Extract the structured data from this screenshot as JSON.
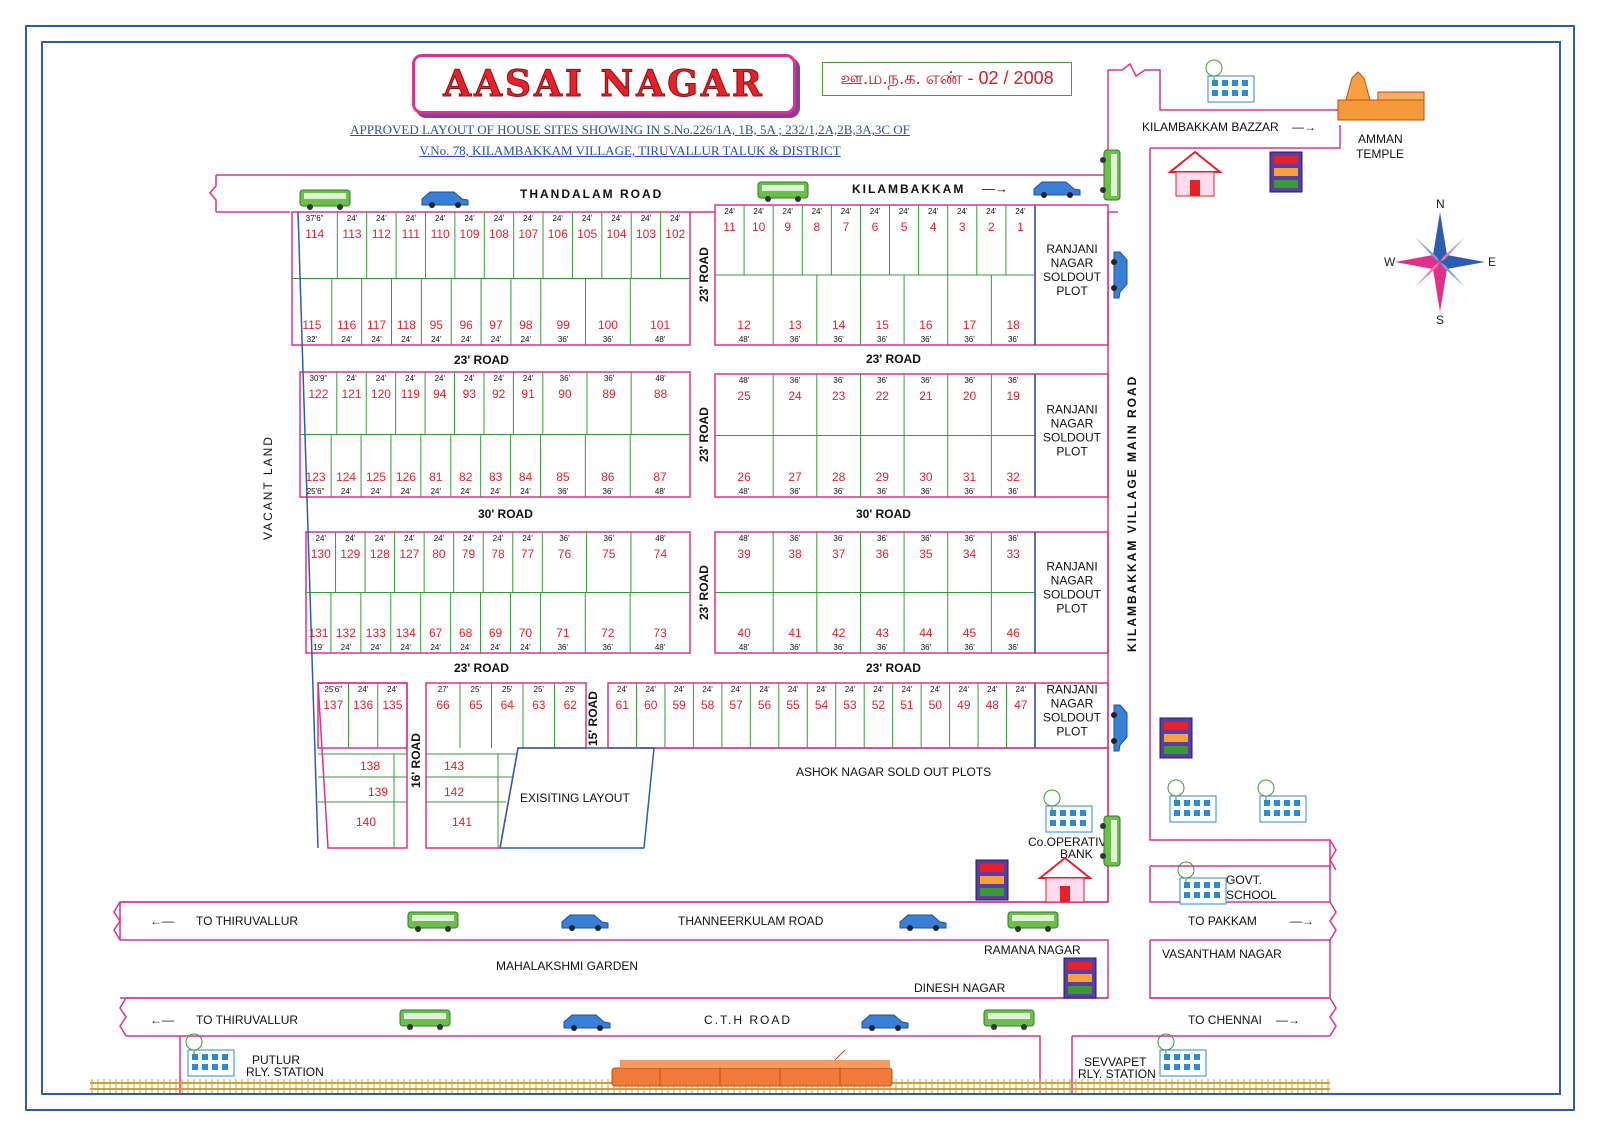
{
  "title": "AASAI NAGAR",
  "registration": "ஊ.ம.ந.க. எண் - 02 / 2008",
  "subtitle_line1": "APPROVED LAYOUT OF HOUSE SITES SHOWING IN S.No.226/1A, 1B, 5A ; 232/1,2A,2B,3A,3C OF",
  "subtitle_line2": "V.No. 78, KILAMBAKKAM VILLAGE, TIRUVALLUR TALUK & DISTRICT",
  "roads": {
    "thandalam": "THANDALAM ROAD",
    "kilambakkam": "KILAMBAKKAM",
    "main": "KILAMBAKKAM VILLAGE MAIN ROAD",
    "r23a": "23' ROAD",
    "r23b": "23' ROAD",
    "r30a": "30' ROAD",
    "r30b": "30' ROAD",
    "r23c": "23' ROAD",
    "r23d": "23' ROAD",
    "v23a": "23' ROAD",
    "v23b": "23' ROAD",
    "v23c": "23' ROAD",
    "v15": "15' ROAD",
    "v16": "16' ROAD",
    "thanneerkulam": "THANNEERKULAM ROAD",
    "cth": "C.T.H ROAD"
  },
  "places": {
    "vacant_land": "VACANT LAND",
    "bazzar": "KILAMBAKKAM BAZZAR",
    "amman1": "AMMAN",
    "amman2": "TEMPLE",
    "ranjani": [
      "RANJANI",
      "NAGAR",
      "SOLDOUT",
      "PLOT"
    ],
    "ashok": "ASHOK NAGAR SOLD OUT PLOTS",
    "existing": "EXISITING LAYOUT",
    "coop1": "Co.OPERATIVE",
    "coop2": "BANK",
    "govt1": "GOVT.",
    "govt2": "SCHOOL",
    "to_thiruvallur": "TO THIRUVALLUR",
    "to_pakkam": "TO PAKKAM",
    "to_chennai": "TO CHENNAI",
    "ramana": "RAMANA NAGAR",
    "vasantham": "VASANTHAM NAGAR",
    "mahalakshmi": "MAHALAKSHMI GARDEN",
    "dinesh": "DINESH NAGAR",
    "putlur1": "PUTLUR",
    "putlur2": "RLY. STATION",
    "sevvapet1": "SEVVAPET",
    "sevvapet2": "RLY. STATION"
  },
  "compass": {
    "n": "N",
    "s": "S",
    "e": "E",
    "w": "W"
  },
  "blocks": [
    {
      "top": [
        "114",
        "113",
        "112",
        "111",
        "110",
        "109",
        "108",
        "107",
        "106",
        "105",
        "104",
        "103",
        "102"
      ],
      "bottom": [
        "115",
        "116",
        "117",
        "118",
        "95",
        "96",
        "97",
        "98",
        "99",
        "100",
        "101"
      ],
      "top_dims": [
        "37'6\"",
        "24'",
        "24'",
        "24'",
        "24'",
        "24'",
        "24'",
        "24'",
        "24'",
        "24'",
        "24'",
        "24'",
        "24'"
      ],
      "bottom_dims": [
        "32'",
        "24'",
        "24'",
        "24'",
        "24'",
        "24'",
        "24'",
        "24'",
        "36'",
        "36'",
        "48'"
      ]
    },
    {
      "top": [
        "11",
        "10",
        "9",
        "8",
        "7",
        "6",
        "5",
        "4",
        "3",
        "2",
        "1"
      ],
      "bottom": [
        "12",
        "13",
        "14",
        "15",
        "16",
        "17",
        "18"
      ],
      "top_dims": [
        "24'",
        "24'",
        "24'",
        "24'",
        "24'",
        "24'",
        "24'",
        "24'",
        "24'",
        "24'",
        "24'"
      ],
      "bottom_dims": [
        "48'",
        "36'",
        "36'",
        "36'",
        "36'",
        "36'",
        "36'"
      ]
    },
    {
      "top": [
        "122",
        "121",
        "120",
        "119",
        "94",
        "93",
        "92",
        "91",
        "90",
        "89",
        "88"
      ],
      "bottom": [
        "123",
        "124",
        "125",
        "126",
        "81",
        "82",
        "83",
        "84",
        "85",
        "86",
        "87"
      ],
      "top_dims": [
        "30'9\"",
        "24'",
        "24'",
        "24'",
        "24'",
        "24'",
        "24'",
        "24'",
        "36'",
        "36'",
        "48'"
      ],
      "bottom_dims": [
        "25'6\"",
        "24'",
        "24'",
        "24'",
        "24'",
        "24'",
        "24'",
        "24'",
        "36'",
        "36'",
        "48'"
      ]
    },
    {
      "top": [
        "25",
        "24",
        "23",
        "22",
        "21",
        "20",
        "19"
      ],
      "bottom": [
        "26",
        "27",
        "28",
        "29",
        "30",
        "31",
        "32"
      ],
      "top_dims": [
        "48'",
        "36'",
        "36'",
        "36'",
        "36'",
        "36'",
        "36'"
      ],
      "bottom_dims": [
        "48'",
        "36'",
        "36'",
        "36'",
        "36'",
        "36'",
        "36'"
      ]
    },
    {
      "top": [
        "130",
        "129",
        "128",
        "127",
        "80",
        "79",
        "78",
        "77",
        "76",
        "75",
        "74"
      ],
      "bottom": [
        "131",
        "132",
        "133",
        "134",
        "67",
        "68",
        "69",
        "70",
        "71",
        "72",
        "73"
      ],
      "top_dims": [
        "24'",
        "24'",
        "24'",
        "24'",
        "24'",
        "24'",
        "24'",
        "24'",
        "36'",
        "36'",
        "48'"
      ],
      "bottom_dims": [
        "19'",
        "24'",
        "24'",
        "24'",
        "24'",
        "24'",
        "24'",
        "24'",
        "36'",
        "36'",
        "48'"
      ]
    },
    {
      "top": [
        "39",
        "38",
        "37",
        "36",
        "35",
        "34",
        "33"
      ],
      "bottom": [
        "40",
        "41",
        "42",
        "43",
        "44",
        "45",
        "46"
      ],
      "top_dims": [
        "48'",
        "36'",
        "36'",
        "36'",
        "36'",
        "36'",
        "36'"
      ],
      "bottom_dims": [
        "48'",
        "36'",
        "36'",
        "36'",
        "36'",
        "36'",
        "36'"
      ]
    }
  ],
  "row4": {
    "left": [
      "137",
      "136",
      "135"
    ],
    "left_dims": [
      "25'6\"",
      "24'",
      "24'"
    ],
    "mid": [
      "66",
      "65",
      "64",
      "63",
      "62"
    ],
    "mid_dims": [
      "27'",
      "25'",
      "25'",
      "25'",
      "25'"
    ],
    "right": [
      "61",
      "60",
      "59",
      "58",
      "57",
      "56",
      "55",
      "54",
      "53",
      "52",
      "51",
      "50",
      "49",
      "48",
      "47"
    ],
    "right_dims": [
      "24'",
      "24'",
      "24'",
      "24'",
      "24'",
      "24'",
      "24'",
      "24'",
      "24'",
      "24'",
      "24'",
      "24'",
      "24'",
      "24'",
      "24'"
    ],
    "lower_left": [
      "138",
      "139",
      "140"
    ],
    "lower_mid": [
      "143",
      "142",
      "141"
    ]
  }
}
